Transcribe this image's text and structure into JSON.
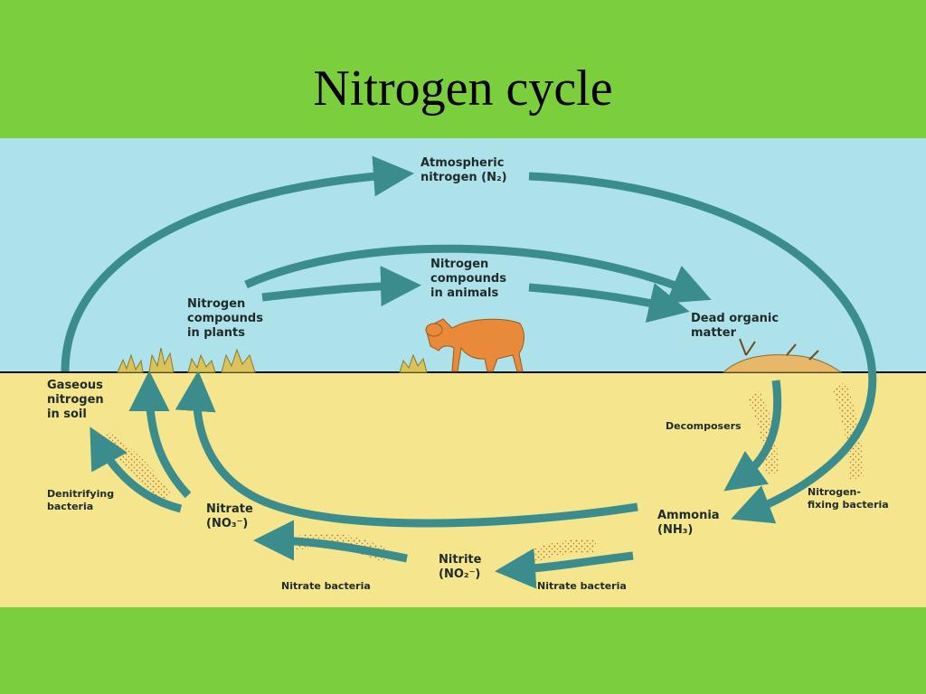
{
  "title": "Nitrogen cycle",
  "colors": {
    "background": "#7ccf3c",
    "sky": "#aee2ea",
    "soil": "#f5e58c",
    "arrow": "#3b8c8c",
    "animal": "#e98a3a",
    "plant": "#d8c45a"
  },
  "labels": {
    "atmospheric": [
      "Atmospheric",
      "nitrogen (N₂)"
    ],
    "animals": [
      "Nitrogen",
      "compounds",
      "in animals"
    ],
    "plants": [
      "Nitrogen",
      "compounds",
      "in plants"
    ],
    "dead": [
      "Dead organic",
      "matter"
    ],
    "gaseous": [
      "Gaseous",
      "nitrogen",
      "in soil"
    ],
    "decomposers": "Decomposers",
    "nitrogen_fixing": [
      "Nitrogen-",
      "fixing bacteria"
    ],
    "ammonia": [
      "Ammonia",
      "(NH₃)"
    ],
    "nitrite": [
      "Nitrite",
      "(NO₂⁻)"
    ],
    "nitrate": [
      "Nitrate",
      "(NO₃⁻)"
    ],
    "denitrifying": [
      "Denitrifying",
      "bacteria"
    ],
    "nitrate_bacteria_left": "Nitrate bacteria",
    "nitrate_bacteria_right": "Nitrate bacteria"
  },
  "icons": [
    "grass-tuft-icon",
    "animal-icon",
    "decaying-matter-icon"
  ]
}
